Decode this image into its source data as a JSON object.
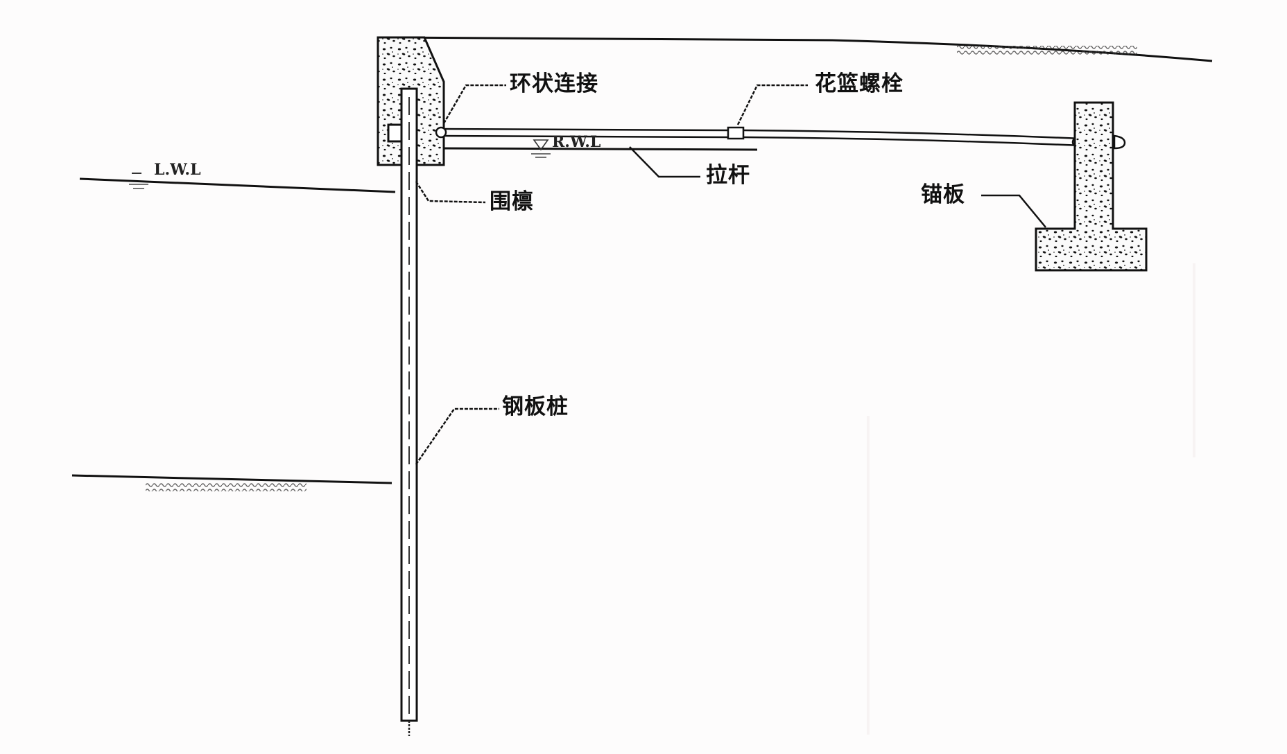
{
  "diagram": {
    "type": "anchored sheet pile wall cross-section",
    "labels": {
      "ring_connection": "环状连接",
      "turnbuckle": "花篮螺栓",
      "tie_rod": "拉杆",
      "waling": "围檩",
      "anchor_plate": "锚板",
      "sheet_pile": "钢板桩"
    },
    "water_levels": {
      "high": "R.W.L",
      "low": "L.W.L"
    },
    "components": [
      {
        "id": "cap-beam",
        "desc": "concrete capping beam at pile top"
      },
      {
        "id": "sheet-pile",
        "desc": "vertical steel sheet pile"
      },
      {
        "id": "tie-rod",
        "desc": "horizontal tie rod to anchor"
      },
      {
        "id": "turnbuckle",
        "desc": "turnbuckle on tie rod"
      },
      {
        "id": "anchor-wall",
        "desc": "T-shaped concrete anchor plate"
      },
      {
        "id": "ground-surface",
        "desc": "backfill ground surface"
      },
      {
        "id": "seabed",
        "desc": "dredge line / seabed"
      }
    ],
    "colors": {
      "ink": "#111111",
      "paper": "#fdfcfc"
    }
  }
}
